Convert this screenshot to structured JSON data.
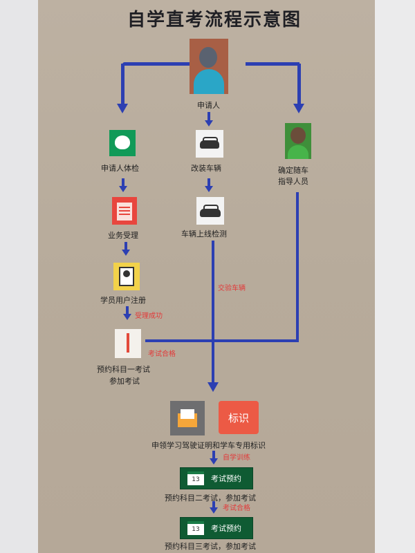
{
  "title": "自学直考流程示意图",
  "nodes": {
    "applicant": "申请人",
    "health_check": "申请人体检",
    "modify_vehicle": "改装车辆",
    "instructor": [
      "确定随车",
      "指导人员"
    ],
    "business_acceptance": "业务受理",
    "vehicle_inspection": "车辆上线检测",
    "student_register": "学员用户注册",
    "subject1": [
      "预约科目一考试",
      "参加考试"
    ],
    "permit": "申领学习驾驶证明和学车专用标识",
    "exam_booking_1": "考试预约",
    "subject2": "预约科目二考试，参加考试",
    "exam_booking_2": "考试预约",
    "subject3": "预约科目三考试，参加考试"
  },
  "edge_labels": {
    "accepted": "受理成功",
    "deliver_vehicle": "交验车辆",
    "passed_1": "考试合格",
    "self_training": "自学训练",
    "passed_2": "考试合格"
  },
  "icons": {
    "biaoshi_text": "标识",
    "calendar_day_1": "13",
    "calendar_day_2": "13"
  },
  "colors": {
    "arrow": "#2c3fb2",
    "label_red": "#e23a3a",
    "booking_green": "#0f5b33"
  }
}
